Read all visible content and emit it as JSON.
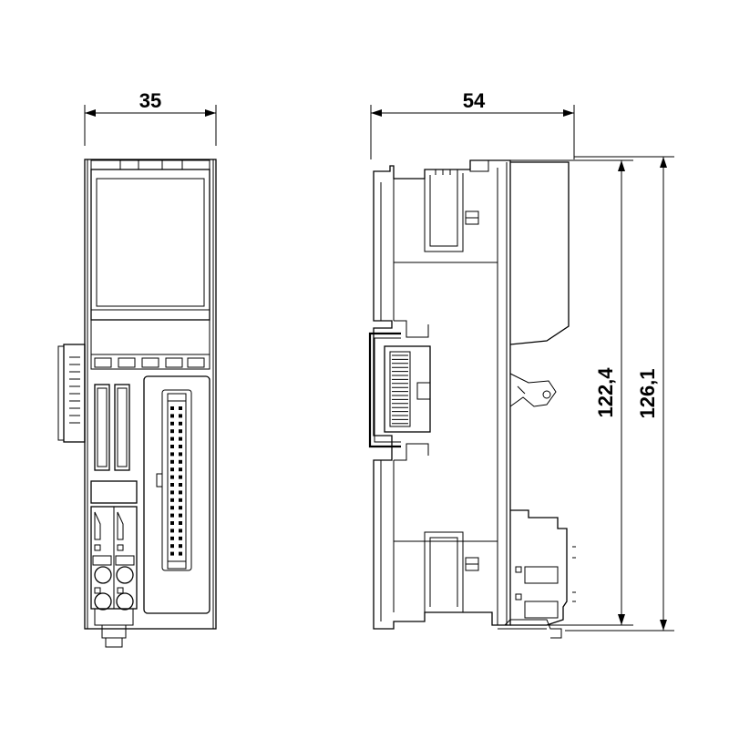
{
  "dimensions": {
    "front_width": "35",
    "side_depth": "54",
    "height_inner": "122,4",
    "height_outer": "126,1"
  },
  "colors": {
    "line": "#000000",
    "background": "#ffffff"
  }
}
